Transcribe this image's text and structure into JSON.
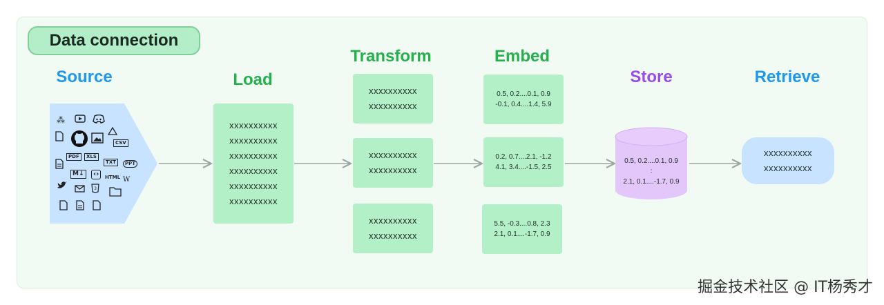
{
  "title": "Data connection",
  "stages": {
    "source": "Source",
    "load": "Load",
    "transform": "Transform",
    "embed": "Embed",
    "store": "Store",
    "retrieve": "Retrieve"
  },
  "load_lines": [
    "xxxxxxxxxx",
    "xxxxxxxxxx",
    "xxxxxxxxxx",
    "xxxxxxxxxx",
    "xxxxxxxxxx",
    "xxxxxxxxxx"
  ],
  "transform_boxes": [
    [
      "xxxxxxxxxx",
      "xxxxxxxxxx"
    ],
    [
      "xxxxxxxxxx",
      "xxxxxxxxxx"
    ],
    [
      "xxxxxxxxxx",
      "xxxxxxxxxx"
    ]
  ],
  "embed_boxes": [
    [
      "0.5, 0.2....0.1, 0.9",
      "-0.1, 0.4....1.4, 5.9"
    ],
    [
      "0.2, 0.7....2.1, -1.2",
      "4.1, 3.4....-1.5, 2.5"
    ],
    [
      "5.5, -0.3....0.8, 2.3",
      "2.1, 0.1....-1.7, 0.9"
    ]
  ],
  "store_lines": [
    "0.5, 0.2....0.1, 0.9",
    ":",
    "2.1, 0.1....-1.7, 0.9"
  ],
  "retrieve_lines": [
    "xxxxxxxxxx",
    "xxxxxxxxxx"
  ],
  "source_icons": {
    "csv": "CSV",
    "pdf": "PDF",
    "xls": "XLS",
    "txt": "TXT",
    "ppt": "PPT",
    "md": "M↓",
    "html": "HTML",
    "wiki": "W",
    "code": "‹›"
  },
  "colors": {
    "panel": "#f1fbf3",
    "box": "#b3f0c8",
    "source": "#c7e3ff",
    "store": "#e3c7fb",
    "arrow": "#9aa6a0"
  },
  "watermark": "掘金技术社区 @ IT杨秀才"
}
